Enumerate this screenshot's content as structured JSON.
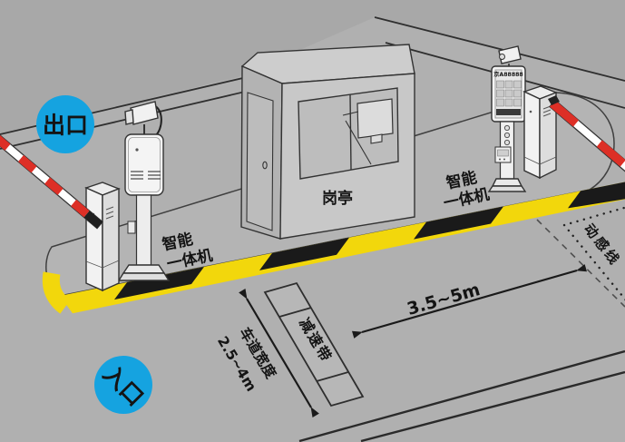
{
  "labels": {
    "exit": "出口",
    "entrance": "入口",
    "guard_booth": "岗亭",
    "smart_machine_line1": "智能",
    "smart_machine_line2": "一体机",
    "speed_bump": "减速带",
    "lane_width": "车道宽度",
    "loop_coil": "动感线",
    "machine_screen_plate": "京A88888"
  },
  "measurements": {
    "lane_width_range": "2.5~4m",
    "island_length_range": "3.5~5m"
  },
  "colors": {
    "accent_blue": "#15a3e0",
    "curb_yellow": "#f2d70c",
    "stripe_black": "#1a1a1a",
    "barrier_red": "#dd2f26",
    "wall_gray": "#a8a8a8",
    "road_gray": "#b0b0b0"
  }
}
